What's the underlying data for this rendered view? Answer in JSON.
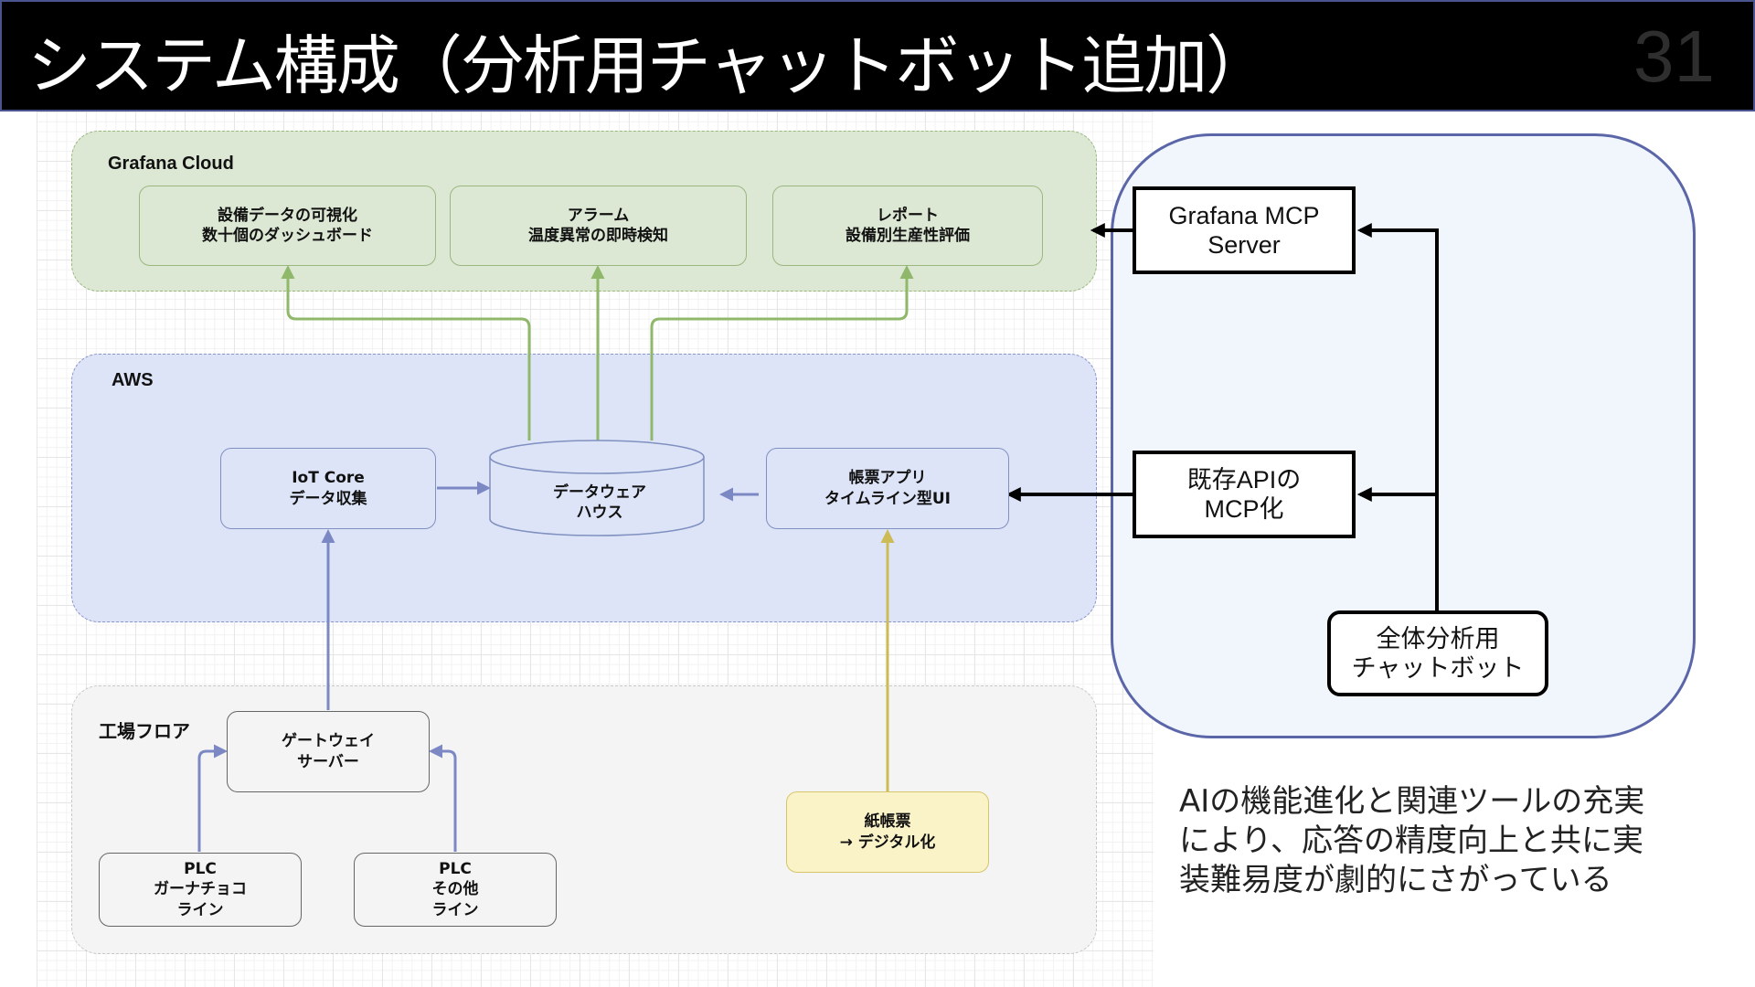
{
  "slide": {
    "title": "システム構成（分析用チャットボット追加）",
    "page_number": "31"
  },
  "groups": {
    "grafana": {
      "label": "Grafana Cloud",
      "color": "#dce8d4"
    },
    "aws": {
      "label": "AWS",
      "color": "#dde4f8"
    },
    "factory": {
      "label": "工場フロア",
      "color": "#f4f4f4"
    }
  },
  "nodes": {
    "dashboard": "設備データの可視化\n数十個のダッシュボード",
    "alarm": "アラーム\n温度異常の即時検知",
    "report": "レポート\n設備別生産性評価",
    "iot_core": "IoT Core\nデータ収集",
    "warehouse": "データウェア\nハウス",
    "form_app": "帳票アプリ\nタイムライン型UI",
    "gateway": "ゲートウェイ\nサーバー",
    "plc_ganache": "PLC\nガーナチョコ\nライン",
    "plc_other": "PLC\nその他\nライン",
    "paper_forms": "紙帳票\n→ デジタル化"
  },
  "ai_panel": {
    "grafana_mcp": "Grafana MCP\nServer",
    "api_mcp": "既存APIの\nMCP化",
    "chatbot": "全体分析用\nチャットボット",
    "border_color": "#5b66a8"
  },
  "note": "AIの機能進化と関連ツールの充実により、応答の精度向上と共に実装難易度が劇的にさがっている",
  "colors": {
    "green_edge": "#8fb86a",
    "blue_edge": "#7b88c4",
    "yellow_edge": "#cdbb55",
    "black_edge": "#000000"
  }
}
